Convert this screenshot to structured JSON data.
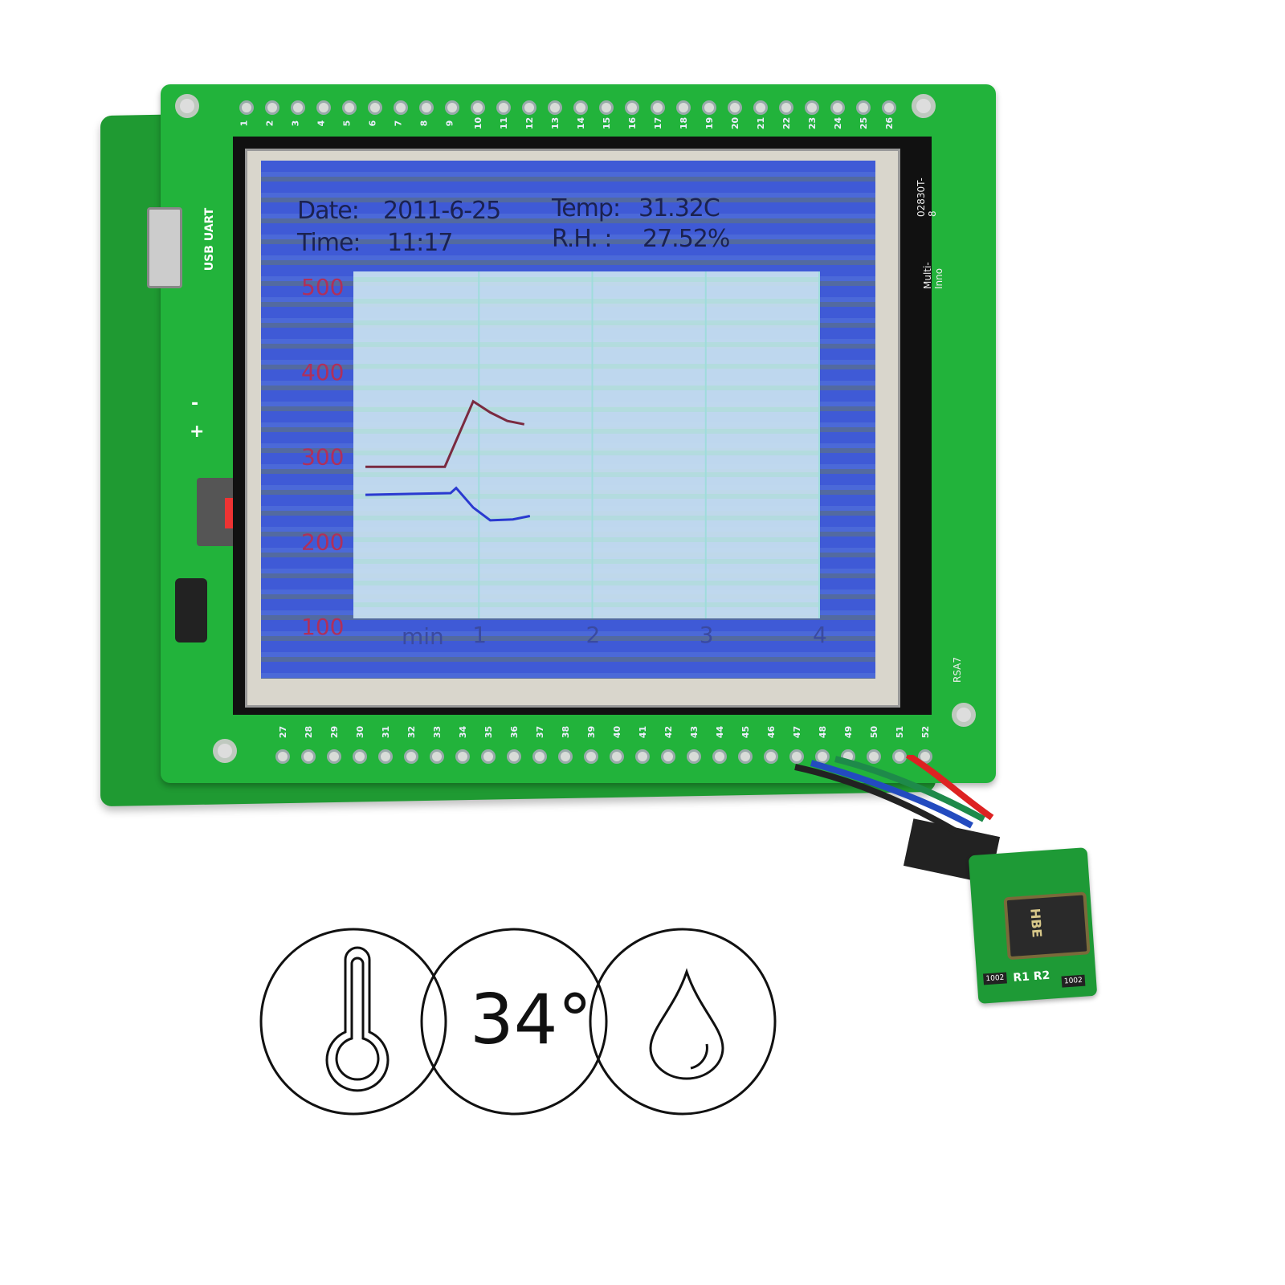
{
  "board": {
    "top_pins": [
      "1",
      "2",
      "3",
      "4",
      "5",
      "6",
      "7",
      "8",
      "9",
      "10",
      "11",
      "12",
      "13",
      "14",
      "15",
      "16",
      "17",
      "18",
      "19",
      "20",
      "21",
      "22",
      "23",
      "24",
      "25",
      "26"
    ],
    "bottom_pins": [
      "27",
      "28",
      "29",
      "30",
      "31",
      "32",
      "33",
      "34",
      "35",
      "36",
      "37",
      "38",
      "39",
      "40",
      "41",
      "42",
      "43",
      "44",
      "45",
      "46",
      "47",
      "48",
      "49",
      "50",
      "51",
      "52"
    ],
    "usb_label": "USB UART",
    "plus_label": "+",
    "minus_label": "-",
    "lcd_model": "02830T-8",
    "lcd_maker": "Multi-Inno",
    "lcd_code": "RSA7",
    "pcb_color": "#22b33b"
  },
  "screen": {
    "date_label": "Date:",
    "date_value": "2011-6-25",
    "time_label": "Time:",
    "time_value": "11:17",
    "temp_label": "Temp:",
    "temp_value": "31.32C",
    "rh_label": "R.H. :",
    "rh_value": "27.52%"
  },
  "chart_data": {
    "type": "line",
    "xlabel": "min",
    "x_ticks": [
      "1",
      "2",
      "3",
      "4"
    ],
    "y_ticks": [
      "500",
      "400",
      "300",
      "200",
      "100"
    ],
    "xlim": [
      0,
      4
    ],
    "ylim": [
      100,
      500
    ],
    "series": [
      {
        "color": "#7a2a40",
        "x": [
          0,
          0.7,
          0.95,
          1.1,
          1.25,
          1.4
        ],
        "y": [
          288,
          288,
          365,
          352,
          342,
          338
        ]
      },
      {
        "color": "#2a3ad0",
        "x": [
          0,
          0.75,
          0.8,
          0.95,
          1.1,
          1.3,
          1.45
        ],
        "y": [
          255,
          257,
          263,
          240,
          225,
          226,
          230
        ]
      }
    ]
  },
  "sensor": {
    "chip_label": "HBE",
    "resistor_1": "1002",
    "resistor_2": "1002",
    "silk": "R1 R2"
  },
  "icons": {
    "thermometer": "thermometer-icon",
    "temperature_value": "34°",
    "droplet": "droplet-icon"
  }
}
